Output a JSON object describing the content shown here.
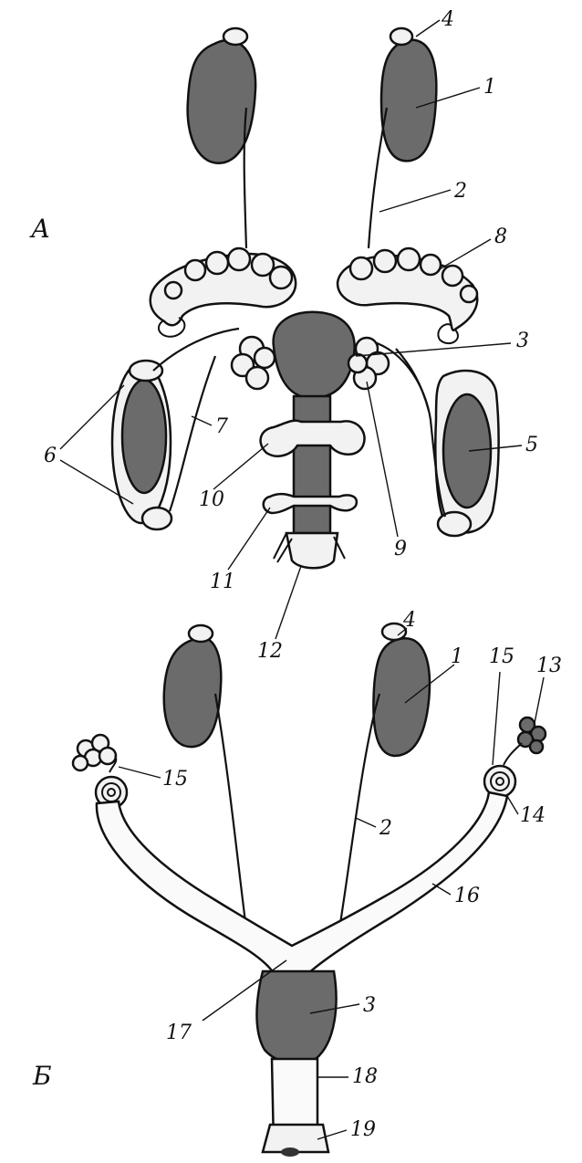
{
  "panels": {
    "a": {
      "letter": "А"
    },
    "b": {
      "letter": "Б"
    }
  },
  "labels_a": {
    "l1": "1",
    "l2": "2",
    "l3": "3",
    "l4": "4",
    "l5": "5",
    "l6": "6",
    "l7": "7",
    "l8": "8",
    "l9": "9",
    "l10": "10",
    "l11": "11",
    "l12": "12"
  },
  "labels_b": {
    "l4": "4",
    "l1": "1",
    "l15a": "15",
    "l13": "13",
    "l15b": "15",
    "l14": "14",
    "l2": "2",
    "l16": "16",
    "l17": "17",
    "l3": "3",
    "l18": "18",
    "l19": "19"
  },
  "colors": {
    "ink": "#111111",
    "organ_shade": "#6b6b6b",
    "paper": "#ffffff"
  }
}
